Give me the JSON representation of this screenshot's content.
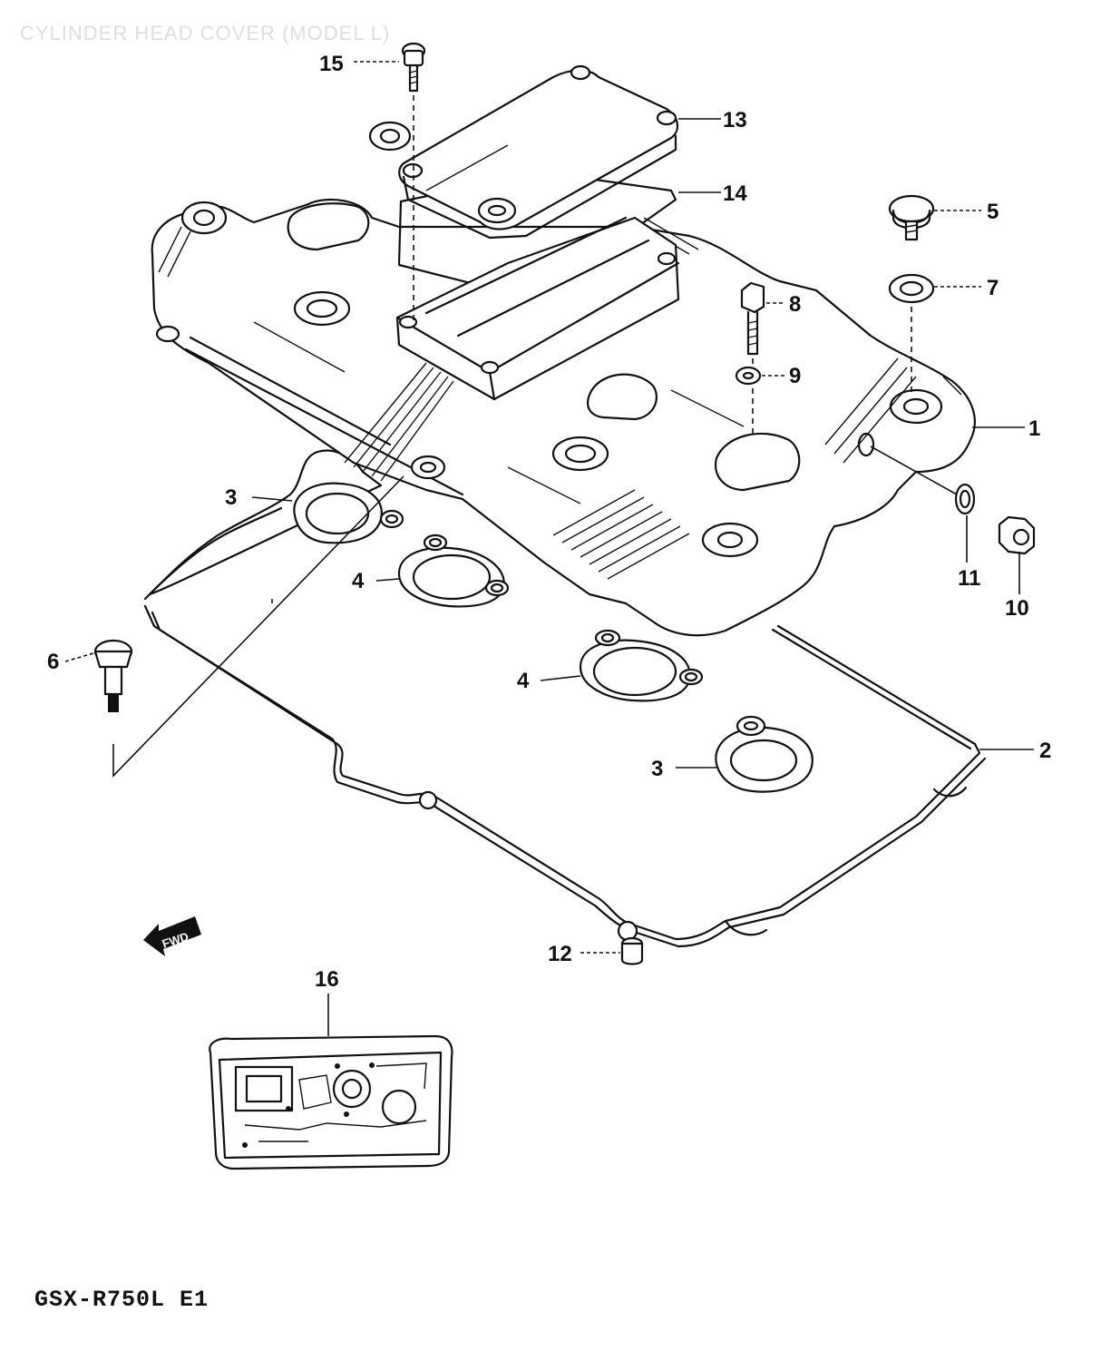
{
  "diagram": {
    "header_text": "CYLINDER HEAD COVER (MODEL L)",
    "model_code": "GSX-R750L E1",
    "fwd_label": "FWD",
    "callouts": [
      {
        "id": "c1",
        "label": "1"
      },
      {
        "id": "c2",
        "label": "2"
      },
      {
        "id": "c3a",
        "label": "3"
      },
      {
        "id": "c3b",
        "label": "3"
      },
      {
        "id": "c4a",
        "label": "4"
      },
      {
        "id": "c4b",
        "label": "4"
      },
      {
        "id": "c5",
        "label": "5"
      },
      {
        "id": "c6",
        "label": "6"
      },
      {
        "id": "c7",
        "label": "7"
      },
      {
        "id": "c8",
        "label": "8"
      },
      {
        "id": "c9",
        "label": "9"
      },
      {
        "id": "c10",
        "label": "10"
      },
      {
        "id": "c11",
        "label": "11"
      },
      {
        "id": "c12",
        "label": "12"
      },
      {
        "id": "c13",
        "label": "13"
      },
      {
        "id": "c14",
        "label": "14"
      },
      {
        "id": "c15",
        "label": "15"
      },
      {
        "id": "c16",
        "label": "16"
      }
    ]
  },
  "colors": {
    "ink": "#111111",
    "paper": "#ffffff",
    "faint_header": "#dedede"
  }
}
